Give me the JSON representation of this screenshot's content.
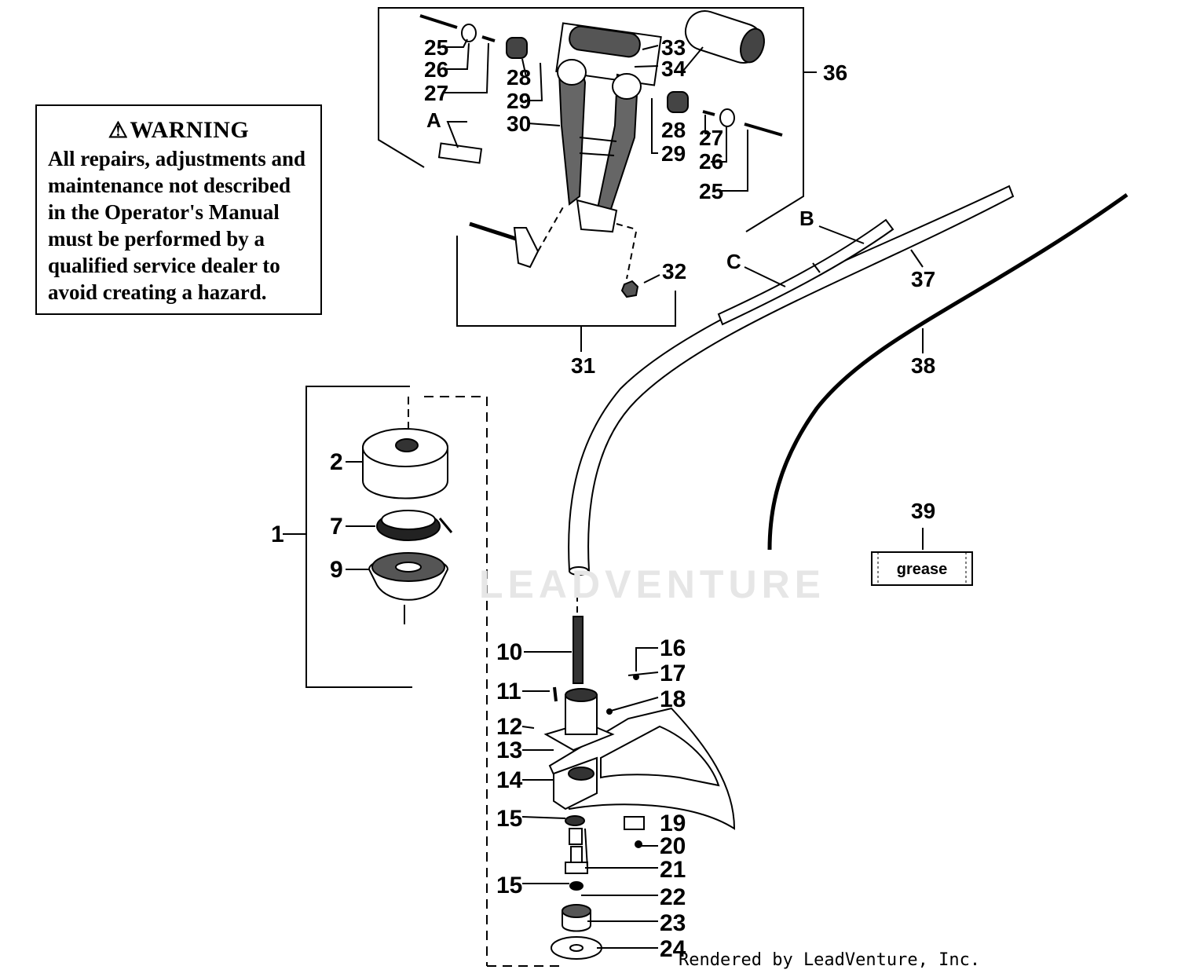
{
  "warning": {
    "title": "WARNING",
    "body": "All repairs, adjustments and maintenance not described in the Operator's Manual must be performed by a qualified service dealer to avoid creating a hazard."
  },
  "grease_label": "grease",
  "watermark": "LEADVENTURE",
  "credit": "Rendered by LeadVenture, Inc.",
  "callouts": {
    "c1": "1",
    "c2": "2",
    "c7": "7",
    "c9": "9",
    "c10": "10",
    "c11": "11",
    "c12": "12",
    "c13": "13",
    "c14": "14",
    "c15a": "15",
    "c15b": "15",
    "c16": "16",
    "c17": "17",
    "c18": "18",
    "c19": "19",
    "c20": "20",
    "c21": "21",
    "c22": "22",
    "c23": "23",
    "c24": "24",
    "c25a": "25",
    "c25b": "25",
    "c26a": "26",
    "c26b": "26",
    "c27a": "27",
    "c27b": "27",
    "c28a": "28",
    "c28b": "28",
    "c29a": "29",
    "c29b": "29",
    "c30": "30",
    "c31": "31",
    "c32": "32",
    "c33": "33",
    "c34": "34",
    "c36": "36",
    "c37": "37",
    "c38": "38",
    "c39": "39",
    "cA": "A",
    "cB": "B",
    "cC": "C"
  }
}
